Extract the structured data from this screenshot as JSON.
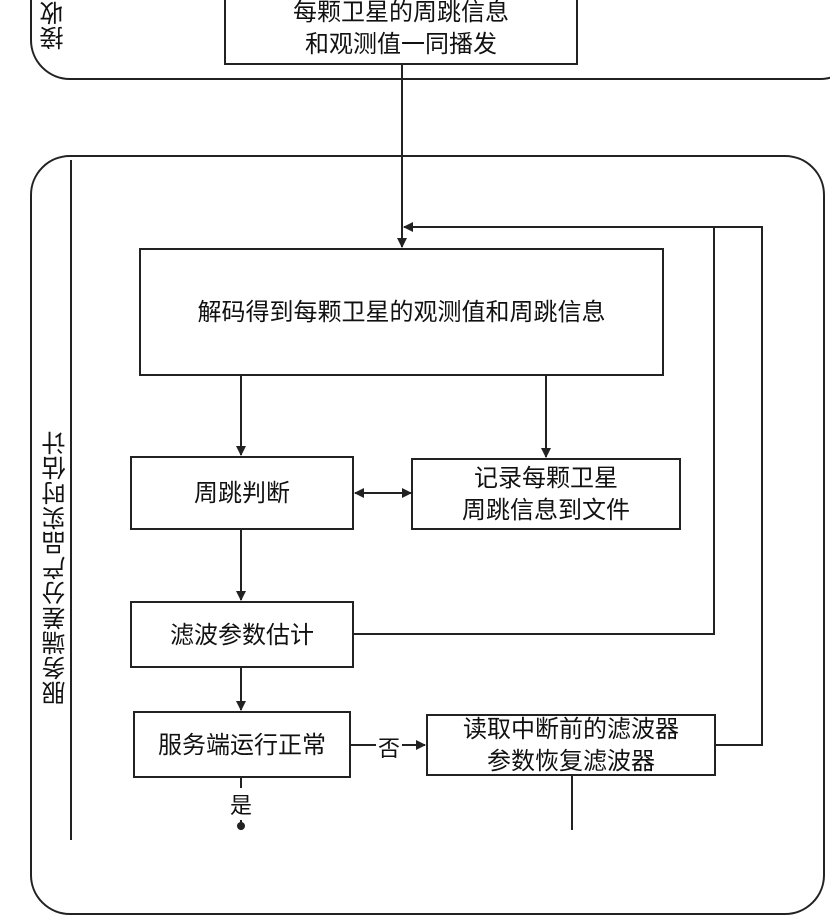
{
  "panels": {
    "top_label": "接收",
    "service_label": "服务端差分产品实时估计"
  },
  "boxes": {
    "broadcast": [
      "每颗卫星的周跳信息",
      "和观测值一同播发"
    ],
    "decode": [
      "解码得到每颗卫星的观测值和周跳信息"
    ],
    "cycle_slip": [
      "周跳判断"
    ],
    "record": [
      "记录每颗卫星",
      "周跳信息到文件"
    ],
    "filter": [
      "滤波参数估计"
    ],
    "service_ok": [
      "服务端运行正常"
    ],
    "restore": [
      "读取中断前的滤波器",
      "参数恢复滤波器"
    ]
  },
  "labels": {
    "no": "否",
    "yes": "是"
  }
}
